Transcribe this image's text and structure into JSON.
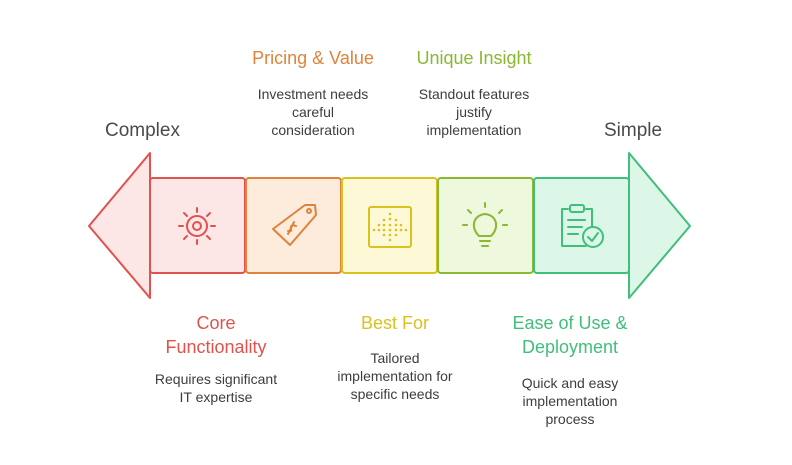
{
  "ends": {
    "left": "Complex",
    "right": "Simple"
  },
  "top_items": [
    {
      "title": "Pricing & Value",
      "desc": [
        "Investment needs",
        "careful",
        "consideration"
      ],
      "color": "#e0833a"
    },
    {
      "title": "Unique Insight",
      "desc": [
        "Standout features",
        "justify",
        "implementation"
      ],
      "color": "#8ab833"
    }
  ],
  "bottom_items": [
    {
      "title": [
        "Core",
        "Functionality"
      ],
      "desc": [
        "Requires significant",
        "IT expertise"
      ],
      "color": "#e0524e"
    },
    {
      "title": [
        "Best For"
      ],
      "desc": [
        "Tailored",
        "implementation for",
        "specific needs"
      ],
      "color": "#d9c21f"
    },
    {
      "title": [
        "Ease of Use &",
        "Deployment"
      ],
      "desc": [
        "Quick and easy",
        "implementation",
        "process"
      ],
      "color": "#3fbf7a"
    }
  ],
  "segments": [
    {
      "icon": "gear-icon",
      "fill": "#fde6e6",
      "stroke": "#e0524e"
    },
    {
      "icon": "price-tag-icon",
      "fill": "#fdebdc",
      "stroke": "#e0833a"
    },
    {
      "icon": "grid-target-icon",
      "fill": "#fdf8d6",
      "stroke": "#d9c21f"
    },
    {
      "icon": "lightbulb-icon",
      "fill": "#eef8dc",
      "stroke": "#8ab833"
    },
    {
      "icon": "clipboard-check-icon",
      "fill": "#dcf6e8",
      "stroke": "#3fbf7a"
    }
  ]
}
